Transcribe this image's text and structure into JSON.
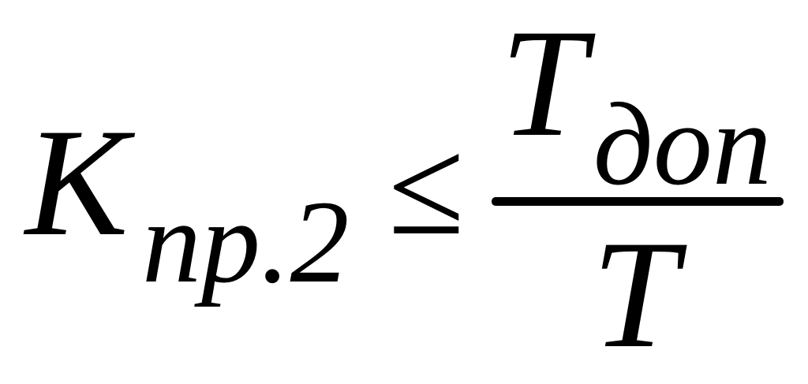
{
  "formula": {
    "lhs": {
      "symbol": "K",
      "subscript": "пр.2"
    },
    "relation": "≤",
    "numerator": {
      "symbol": "T",
      "subscript": "доп"
    },
    "denominator": {
      "symbol": "T"
    }
  },
  "colors": {
    "ink": "#000000",
    "background": "#ffffff"
  }
}
